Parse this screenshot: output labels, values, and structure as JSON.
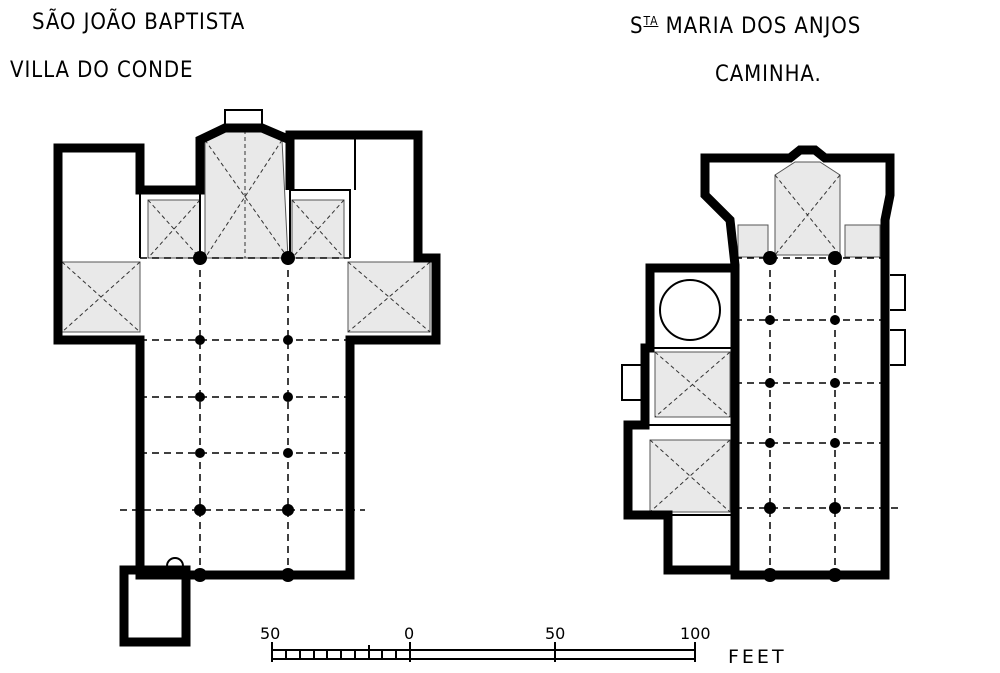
{
  "plans": [
    {
      "title": "SÃO JOÃO BAPTISTA",
      "place": "VILLA DO CONDE"
    },
    {
      "title_prefix": "S",
      "title_superscript": "TA",
      "title": "MARIA DOS ANJOS",
      "place": "CAMINHA."
    }
  ],
  "scale": {
    "labels": [
      "50",
      "0",
      "50",
      "100"
    ],
    "unit": "FEET",
    "range_feet": [
      -50,
      100
    ]
  }
}
